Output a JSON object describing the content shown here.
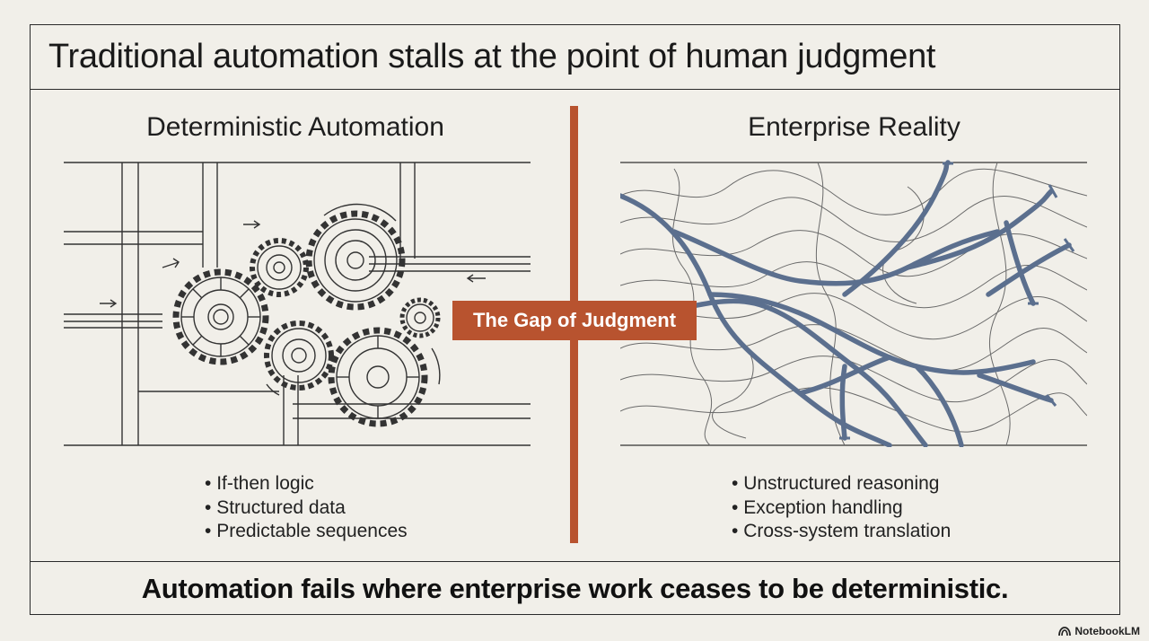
{
  "title": "Traditional automation stalls at the point of human judgment",
  "left_panel": {
    "heading": "Deterministic Automation",
    "bullets": [
      "If-then logic",
      "Structured data",
      "Predictable sequences"
    ],
    "illustration": "gears-and-pipes"
  },
  "right_panel": {
    "heading": "Enterprise Reality",
    "bullets": [
      "Unstructured reasoning",
      "Exception handling",
      "Cross-system translation"
    ],
    "illustration": "branching-paths-contour-map"
  },
  "gap_label": "The Gap of Judgment",
  "footer": "Automation fails where enterprise work ceases to be deterministic.",
  "brand": "NotebookLM",
  "colors": {
    "background": "#f1efe9",
    "accent": "#b8532f",
    "line": "#2a2a2a",
    "path_blue": "#5b6f8e",
    "contour": "#6a6a6a"
  }
}
